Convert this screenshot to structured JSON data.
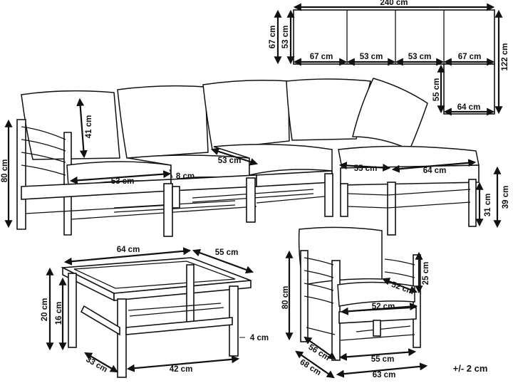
{
  "tolerance": "+/- 2 cm",
  "colors": {
    "line": "#111111",
    "background": "#ffffff"
  },
  "top_plan": {
    "total_width": "240 cm",
    "depth_outer": "67 cm",
    "depth_inner": "53 cm",
    "segment_1": "67 cm",
    "segment_2": "53 cm",
    "segment_3": "53 cm",
    "segment_4": "67 cm",
    "right_total": "122 cm",
    "ottoman_depth": "55 cm",
    "ottoman_width": "64 cm"
  },
  "sofa": {
    "height": "80 cm",
    "back_cushion": "41 cm",
    "seat_depth_left": "53 cm",
    "seat_depth_mid": "53 cm",
    "arm_gap": "8 cm",
    "ottoman_depth": "55 cm",
    "ottoman_width": "64 cm",
    "ottoman_height_inner": "31 cm",
    "ottoman_height_outer": "39 cm"
  },
  "table": {
    "width_top": "64 cm",
    "depth_top": "55 cm",
    "height_outer": "20 cm",
    "height_inner": "16 cm",
    "leg": "4 cm",
    "depth_bottom": "33 cm",
    "width_bottom": "42 cm"
  },
  "chair": {
    "height": "80 cm",
    "back_cushion": "25 cm",
    "seat_depth": "52 cm",
    "seat_width": "52 cm",
    "depth_inner": "56 cm",
    "depth_outer": "68 cm",
    "width_inner": "55 cm",
    "width_outer": "63 cm"
  }
}
